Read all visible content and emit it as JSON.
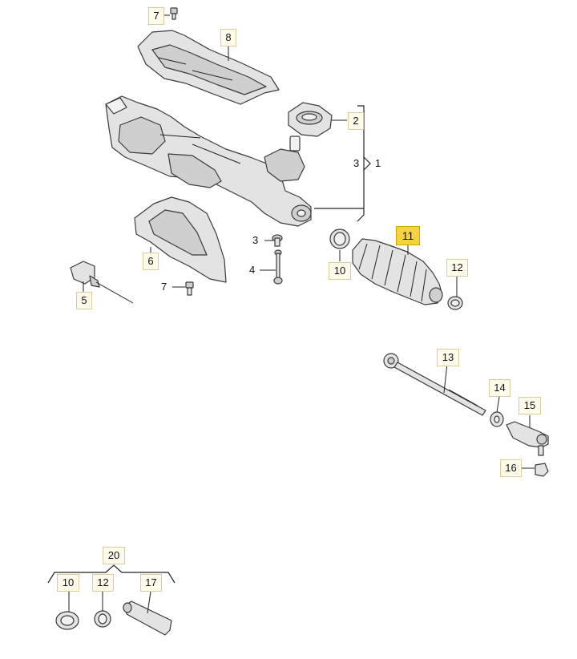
{
  "callouts": {
    "c7a": "7",
    "c8": "8",
    "c2": "2",
    "c3a": "3",
    "c1": "1",
    "c3b": "3",
    "c4": "4",
    "c6": "6",
    "c7b": "7",
    "c5": "5",
    "c10a": "10",
    "c11": "11",
    "c12a": "12",
    "c13": "13",
    "c14": "14",
    "c15": "15",
    "c16": "16",
    "c20": "20",
    "c10b": "10",
    "c12b": "12",
    "c17": "17"
  },
  "colors": {
    "callout_fill": "#fffbea",
    "highlight_fill": "#f5d33f"
  }
}
